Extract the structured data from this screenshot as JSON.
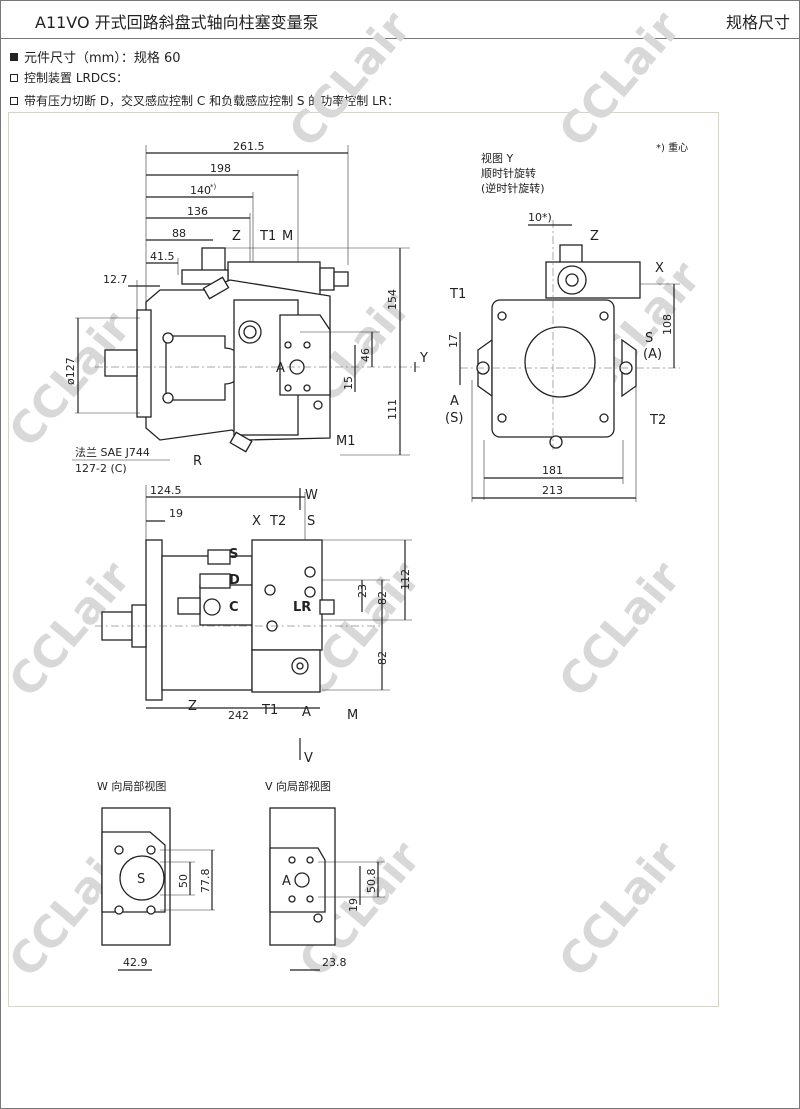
{
  "header": {
    "title": "A11VO 开式回路斜盘式轴向柱塞变量泵",
    "section": "规格尺寸"
  },
  "bullets": [
    "元件尺寸（mm）：规格 60",
    "控制装置 LRDCS：",
    "带有压力切断 D，交叉感应控制 C 和负载感应控制 S 的功率控制 LR："
  ],
  "watermark": "CCLair",
  "side_view": {
    "dims": [
      "261.5",
      "198",
      "140",
      "136",
      "88",
      "41.5",
      "12.7",
      "154",
      "46",
      "15",
      "111",
      "ø127"
    ],
    "footnote_mark": "*)",
    "labels": {
      "z": "Z",
      "t1": "T1",
      "m": "M",
      "a": "A",
      "r": "R",
      "m1": "M1",
      "y": "Y"
    },
    "flange_line1": "法兰 SAE J744",
    "flange_line2": "127-2 (C)"
  },
  "view_y": {
    "title": [
      "视图 Y",
      "顺时针旋转",
      "(逆时针旋转)"
    ],
    "footnote": "*) 重心",
    "dims": [
      "10*)",
      "108",
      "17",
      "181",
      "213"
    ],
    "labels": {
      "z": "Z",
      "x": "X",
      "t1": "T1",
      "s": "S",
      "s_alt": "(A)",
      "a": "A",
      "a_alt": "(S)",
      "t2": "T2"
    }
  },
  "top_view": {
    "dims": [
      "124.5",
      "19",
      "242",
      "112",
      "82",
      "23",
      "82"
    ],
    "labels": {
      "w": "W",
      "x": "X",
      "t2": "T2",
      "s_port": "S",
      "s": "S",
      "d": "D",
      "c": "C",
      "lr": "LR",
      "z": "Z",
      "t1": "T1",
      "a": "A",
      "m": "M",
      "v": "V"
    }
  },
  "w_view": {
    "title": "W 向局部视图",
    "label": "S",
    "dims": [
      "50",
      "77.8",
      "42.9"
    ]
  },
  "v_view": {
    "title": "V 向局部视图",
    "label": "A",
    "dims": [
      "50.8",
      "19",
      "23.8"
    ]
  }
}
